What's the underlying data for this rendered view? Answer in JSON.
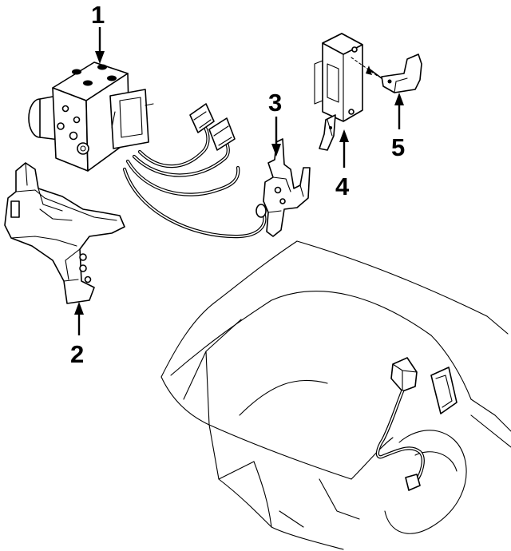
{
  "callouts": [
    {
      "id": "1",
      "label": "1"
    },
    {
      "id": "2",
      "label": "2"
    },
    {
      "id": "3",
      "label": "3"
    },
    {
      "id": "4",
      "label": "4"
    },
    {
      "id": "5",
      "label": "5"
    }
  ],
  "parts": [
    "abs-hydraulic-unit",
    "mounting-bracket",
    "support-bracket",
    "control-module",
    "module-bracket",
    "wheel-speed-sensor"
  ]
}
